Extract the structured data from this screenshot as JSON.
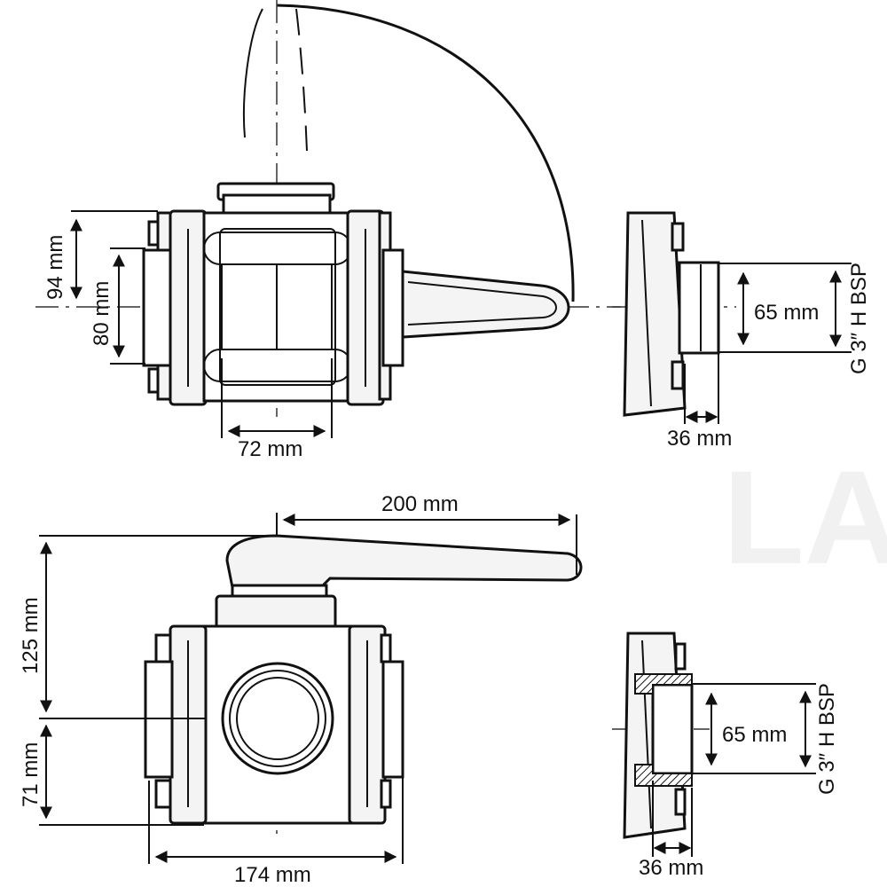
{
  "dimensions": {
    "top_width": "72 mm",
    "left_offset": "94 mm",
    "left_height": "80 mm",
    "side_inner": "65 mm",
    "side_thread": "G 3″ H BSP",
    "side_depth": "36 mm",
    "handle_length": "200 mm",
    "front_upper": "125 mm",
    "front_lower": "71 mm",
    "front_width": "174 mm",
    "side2_inner": "65 mm",
    "side2_thread": "G 3″ H BSP",
    "side2_depth": "36 mm"
  },
  "watermark": {
    "text": "LA"
  },
  "colors": {
    "line": "#111111",
    "fill": "#f4f4f4",
    "background": "#ffffff"
  }
}
